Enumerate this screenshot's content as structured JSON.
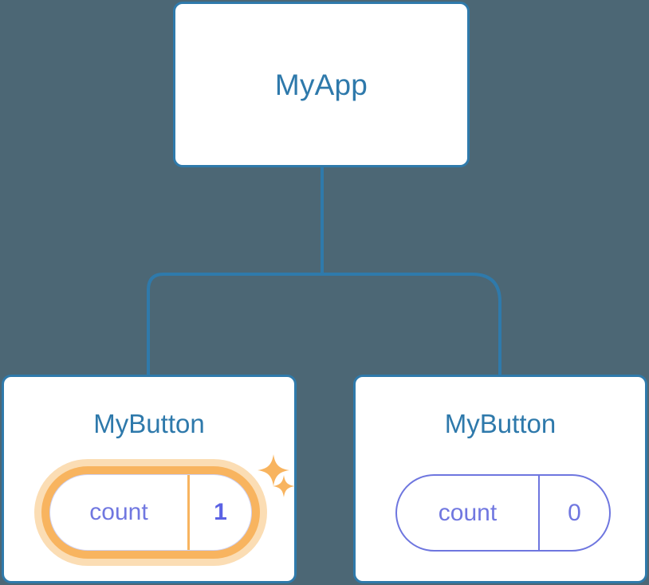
{
  "theme": {
    "background": "#4c6775",
    "node_border": "#2f7aab",
    "node_fill": "#ffffff",
    "title_text": "#2e79ab",
    "prop_text": "#7077e0",
    "prop_border": "#6e76df",
    "highlight_ring": "#f8b45f",
    "highlight_glow": "#fbddb4",
    "highlight_value_text": "#5b62e4",
    "connector": "#2f7aab"
  },
  "tree": {
    "root": {
      "title": "MyApp"
    },
    "children": [
      {
        "title": "MyButton",
        "highlighted": true,
        "prop": {
          "key": "count",
          "value": "1"
        },
        "sparkles": [
          {
            "name": "sparkle-large"
          },
          {
            "name": "sparkle-small"
          }
        ]
      },
      {
        "title": "MyButton",
        "highlighted": false,
        "prop": {
          "key": "count",
          "value": "0"
        }
      }
    ]
  }
}
